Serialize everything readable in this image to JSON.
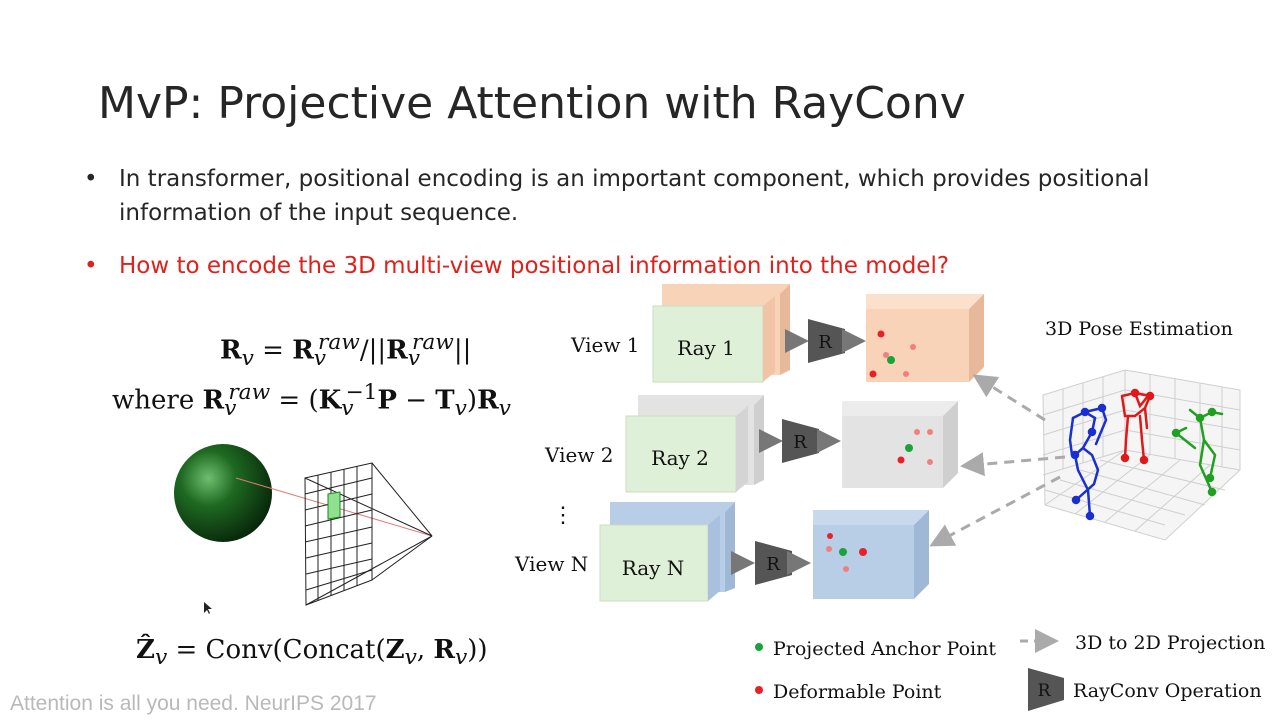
{
  "slide": {
    "title": "MvP: Projective Attention with RayConv",
    "bullets": [
      {
        "marker": "•",
        "line1": "In transformer, positional encoding is an important component, which provides positional",
        "line2": "information of the input sequence."
      },
      {
        "marker": "•",
        "line1": "How to encode the 3D multi-view positional information into the model?"
      }
    ],
    "formulas": {
      "eq1": "Rv = Rv^raw / ||Rv^raw||",
      "eq2": "where Rv^raw = (Kv^-1 P − Tv) Rv",
      "eq3": "Ẑv = Conv(Concat(Zv, Rv))"
    },
    "footer": "Attention is all you need.  NeurIPS 2017"
  },
  "figure": {
    "views": [
      {
        "view_label": "View 1",
        "ray_label": "Ray 1",
        "op": "R"
      },
      {
        "view_label": "View 2",
        "ray_label": "Ray 2",
        "op": "R"
      },
      {
        "view_label": "View N",
        "ray_label": "Ray N",
        "op": "R"
      }
    ],
    "ellipsis": "⋮",
    "pose_title": "3D Pose Estimation",
    "legend": {
      "anchor": "Projected Anchor Point",
      "deformable": "Deformable Point",
      "projection": "3D to 2D Projection",
      "rayconv_symbol": "R",
      "rayconv": "RayConv Operation"
    },
    "colors": {
      "view1": "#f8d3b7",
      "view2": "#e3e3e3",
      "viewN": "#b8cde6",
      "ray_box": "#dff0d8",
      "anchor": "#1aa33a",
      "deformable": "#e8202a",
      "skeleton_blue": "#1a2fd0",
      "skeleton_red": "#e01818",
      "skeleton_green": "#20a020",
      "sphere": "#1e6a22"
    }
  }
}
